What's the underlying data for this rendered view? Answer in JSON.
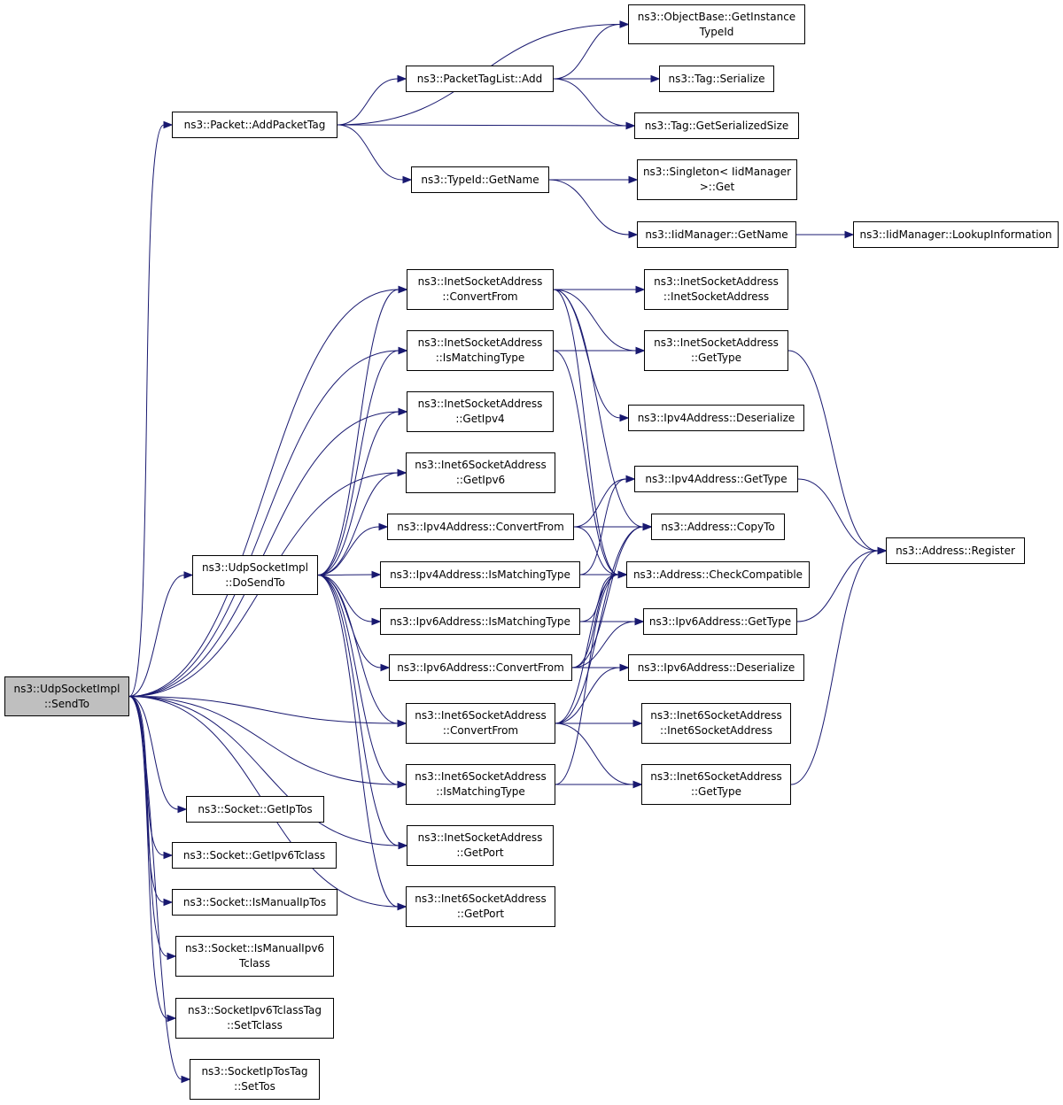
{
  "colors": {
    "edge": "#191970",
    "root_fill": "#bfbfbf",
    "node_fill": "#ffffff",
    "border": "#000000"
  },
  "nodes": {
    "sendto": [
      "ns3::UdpSocketImpl",
      "::SendTo"
    ],
    "dosendto": [
      "ns3::UdpSocketImpl",
      "::DoSendTo"
    ],
    "addpackettag": [
      "ns3::Packet::AddPacketTag"
    ],
    "ob_getinstance": [
      "ns3::ObjectBase::GetInstance",
      "TypeId"
    ],
    "ptl_add": [
      "ns3::PacketTagList::Add"
    ],
    "tag_serialize": [
      "ns3::Tag::Serialize"
    ],
    "tag_getsersize": [
      "ns3::Tag::GetSerializedSize"
    ],
    "typeid_getname": [
      "ns3::TypeId::GetName"
    ],
    "singleton_get": [
      "ns3::Singleton< IidManager",
      ">::Get"
    ],
    "iid_getname": [
      "ns3::IidManager::GetName"
    ],
    "iid_lookup": [
      "ns3::IidManager::LookupInformation"
    ],
    "isa_convertfrom": [
      "ns3::InetSocketAddress",
      "::ConvertFrom"
    ],
    "isa_ctor": [
      "ns3::InetSocketAddress",
      "::InetSocketAddress"
    ],
    "isa_ismatching": [
      "ns3::InetSocketAddress",
      "::IsMatchingType"
    ],
    "isa_gettype": [
      "ns3::InetSocketAddress",
      "::GetType"
    ],
    "isa_getipv4": [
      "ns3::InetSocketAddress",
      "::GetIpv4"
    ],
    "ipv4_deser": [
      "ns3::Ipv4Address::Deserialize"
    ],
    "i6sa_getipv6": [
      "ns3::Inet6SocketAddress",
      "::GetIpv6"
    ],
    "ipv4_gettype": [
      "ns3::Ipv4Address::GetType"
    ],
    "ipv4_convert": [
      "ns3::Ipv4Address::ConvertFrom"
    ],
    "addr_copyto": [
      "ns3::Address::CopyTo"
    ],
    "addr_register": [
      "ns3::Address::Register"
    ],
    "ipv4_ismatching": [
      "ns3::Ipv4Address::IsMatchingType"
    ],
    "addr_checkcompat": [
      "ns3::Address::CheckCompatible"
    ],
    "ipv6_ismatching": [
      "ns3::Ipv6Address::IsMatchingType"
    ],
    "ipv6_gettype": [
      "ns3::Ipv6Address::GetType"
    ],
    "ipv6_convert": [
      "ns3::Ipv6Address::ConvertFrom"
    ],
    "ipv6_deser": [
      "ns3::Ipv6Address::Deserialize"
    ],
    "i6sa_convert": [
      "ns3::Inet6SocketAddress",
      "::ConvertFrom"
    ],
    "i6sa_ctor": [
      "ns3::Inet6SocketAddress",
      "::Inet6SocketAddress"
    ],
    "i6sa_ismatching": [
      "ns3::Inet6SocketAddress",
      "::IsMatchingType"
    ],
    "i6sa_gettype": [
      "ns3::Inet6SocketAddress",
      "::GetType"
    ],
    "sock_getiptos": [
      "ns3::Socket::GetIpTos"
    ],
    "sock_getipv6tc": [
      "ns3::Socket::GetIpv6Tclass"
    ],
    "isa_getport": [
      "ns3::InetSocketAddress",
      "::GetPort"
    ],
    "sock_ismaniptos": [
      "ns3::Socket::IsManualIpTos"
    ],
    "i6sa_getport": [
      "ns3::Inet6SocketAddress",
      "::GetPort"
    ],
    "sock_ismanipv6": [
      "ns3::Socket::IsManualIpv6",
      "Tclass"
    ],
    "tctag_set": [
      "ns3::SocketIpv6TclassTag",
      "::SetTclass"
    ],
    "tostag_set": [
      "ns3::SocketIpTosTag",
      "::SetTos"
    ]
  },
  "edges": [
    [
      "sendto",
      "addpackettag"
    ],
    [
      "sendto",
      "dosendto"
    ],
    [
      "sendto",
      "isa_convertfrom"
    ],
    [
      "sendto",
      "isa_ismatching"
    ],
    [
      "sendto",
      "isa_getipv4"
    ],
    [
      "sendto",
      "i6sa_getipv6"
    ],
    [
      "sendto",
      "i6sa_convert"
    ],
    [
      "sendto",
      "i6sa_ismatching"
    ],
    [
      "sendto",
      "isa_getport"
    ],
    [
      "sendto",
      "i6sa_getport"
    ],
    [
      "sendto",
      "sock_getiptos"
    ],
    [
      "sendto",
      "sock_getipv6tc"
    ],
    [
      "sendto",
      "sock_ismaniptos"
    ],
    [
      "sendto",
      "sock_ismanipv6"
    ],
    [
      "sendto",
      "tctag_set"
    ],
    [
      "sendto",
      "tostag_set"
    ],
    [
      "addpackettag",
      "ob_getinstance"
    ],
    [
      "addpackettag",
      "ptl_add"
    ],
    [
      "addpackettag",
      "tag_getsersize"
    ],
    [
      "addpackettag",
      "typeid_getname"
    ],
    [
      "ptl_add",
      "ob_getinstance"
    ],
    [
      "ptl_add",
      "tag_serialize"
    ],
    [
      "ptl_add",
      "tag_getsersize"
    ],
    [
      "typeid_getname",
      "singleton_get"
    ],
    [
      "typeid_getname",
      "iid_getname"
    ],
    [
      "iid_getname",
      "iid_lookup"
    ],
    [
      "dosendto",
      "isa_convertfrom"
    ],
    [
      "dosendto",
      "isa_ismatching"
    ],
    [
      "dosendto",
      "isa_getipv4"
    ],
    [
      "dosendto",
      "i6sa_getipv6"
    ],
    [
      "dosendto",
      "ipv4_convert"
    ],
    [
      "dosendto",
      "ipv4_ismatching"
    ],
    [
      "dosendto",
      "ipv6_ismatching"
    ],
    [
      "dosendto",
      "ipv6_convert"
    ],
    [
      "dosendto",
      "i6sa_convert"
    ],
    [
      "dosendto",
      "i6sa_ismatching"
    ],
    [
      "dosendto",
      "isa_getport"
    ],
    [
      "dosendto",
      "i6sa_getport"
    ],
    [
      "isa_convertfrom",
      "isa_ctor"
    ],
    [
      "isa_convertfrom",
      "isa_gettype"
    ],
    [
      "isa_convertfrom",
      "ipv4_deser"
    ],
    [
      "isa_convertfrom",
      "addr_copyto"
    ],
    [
      "isa_convertfrom",
      "addr_checkcompat"
    ],
    [
      "isa_ismatching",
      "isa_gettype"
    ],
    [
      "isa_ismatching",
      "addr_checkcompat"
    ],
    [
      "isa_gettype",
      "addr_register"
    ],
    [
      "ipv4_gettype",
      "addr_register"
    ],
    [
      "ipv6_gettype",
      "addr_register"
    ],
    [
      "i6sa_gettype",
      "addr_register"
    ],
    [
      "ipv4_convert",
      "ipv4_gettype"
    ],
    [
      "ipv4_convert",
      "addr_copyto"
    ],
    [
      "ipv4_convert",
      "addr_checkcompat"
    ],
    [
      "ipv4_ismatching",
      "addr_checkcompat"
    ],
    [
      "ipv4_ismatching",
      "ipv4_gettype"
    ],
    [
      "ipv6_ismatching",
      "ipv6_gettype"
    ],
    [
      "ipv6_ismatching",
      "addr_checkcompat"
    ],
    [
      "ipv6_convert",
      "ipv6_deser"
    ],
    [
      "ipv6_convert",
      "addr_checkcompat"
    ],
    [
      "ipv6_convert",
      "addr_copyto"
    ],
    [
      "ipv6_convert",
      "ipv6_gettype"
    ],
    [
      "i6sa_convert",
      "i6sa_ctor"
    ],
    [
      "i6sa_convert",
      "i6sa_gettype"
    ],
    [
      "i6sa_convert",
      "ipv6_deser"
    ],
    [
      "i6sa_convert",
      "addr_copyto"
    ],
    [
      "i6sa_convert",
      "addr_checkcompat"
    ],
    [
      "i6sa_ismatching",
      "i6sa_gettype"
    ],
    [
      "i6sa_ismatching",
      "addr_checkcompat"
    ]
  ]
}
